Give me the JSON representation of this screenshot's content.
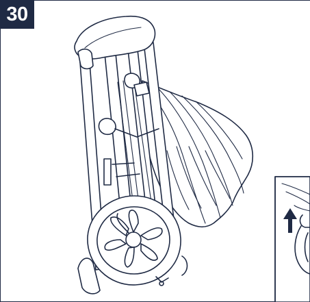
{
  "step": {
    "number": "30"
  },
  "colors": {
    "line": "#1f2a44",
    "background": "#ffffff",
    "badge_text": "#ffffff"
  },
  "illustration": {
    "main": "folded-stroller-line-drawing",
    "detail_inset": "release-lever-detail",
    "detail_arrow": "up-arrow-icon"
  }
}
